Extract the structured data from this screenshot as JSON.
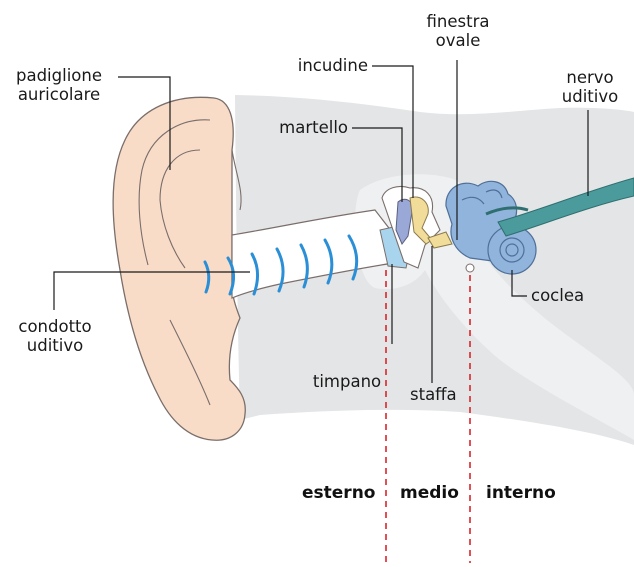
{
  "labels": {
    "padiglione": [
      "padiglione",
      "auricolare"
    ],
    "condotto": [
      "condotto",
      "uditivo"
    ],
    "incudine": "incudine",
    "martello": "martello",
    "finestra": [
      "finestra",
      "ovale"
    ],
    "nervo": [
      "nervo",
      "uditivo"
    ],
    "coclea": "coclea",
    "timpano": "timpano",
    "staffa": "staffa"
  },
  "zones": {
    "esterno": "esterno",
    "medio": "medio",
    "interno": "interno"
  },
  "colors": {
    "skin": "#f8dcc8",
    "skin_outline": "#7a6e6a",
    "head_gray": "#e3e5e6",
    "bone": "#eef0f1",
    "canal": "#ffffff",
    "waves": "#2a8fd6",
    "eardrum": "#a9d4ee",
    "ossicle_blue": "#9aa8d8",
    "ossicle_yellow": "#f1dc9a",
    "cochlea": "#90b4dc",
    "nerve": "#4b9a9c",
    "divider": "#d9252a",
    "leader": "#1a1a1a"
  }
}
